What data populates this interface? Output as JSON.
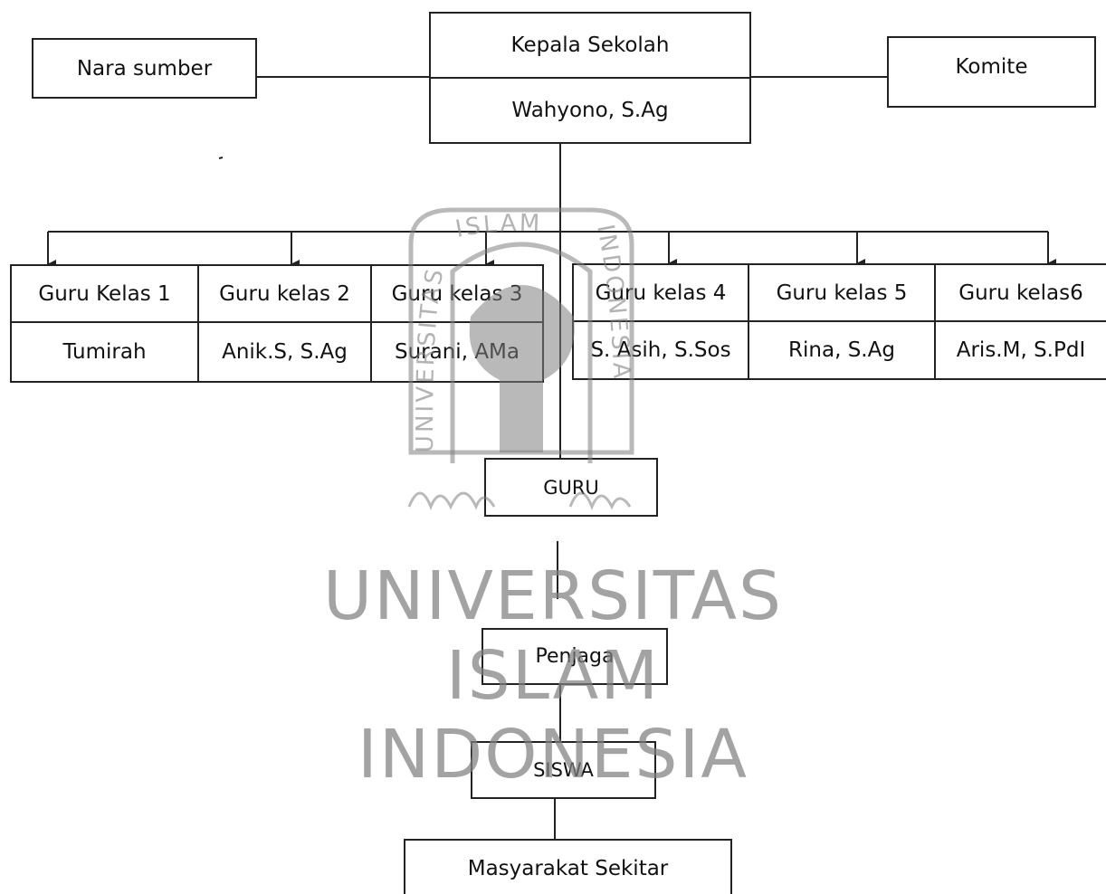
{
  "top": {
    "kepala_title": "Kepala Sekolah",
    "kepala_name": "Wahyono, S.Ag",
    "nara_sumber": "Nara sumber",
    "komite": "Komite"
  },
  "classes": [
    {
      "title": "Guru Kelas 1",
      "name": "Tumirah"
    },
    {
      "title": "Guru kelas 2",
      "name": "Anik.S, S.Ag"
    },
    {
      "title": "Guru kelas 3",
      "name": "Surani, AMa"
    },
    {
      "title": "Guru kelas 4",
      "name": "S. Asih, S.Sos"
    },
    {
      "title": "Guru kelas 5",
      "name": "Rina, S.Ag"
    },
    {
      "title": "Guru kelas6",
      "name": "Aris.M, S.PdI"
    }
  ],
  "lower": {
    "guru": "GURU",
    "penjaga": "Penjaga",
    "siswa": "SISWA",
    "masyarakat": "Masyarakat Sekitar"
  },
  "watermark": {
    "line1": "UNIVERSITAS",
    "line2": "ISLAM",
    "line3": "INDONESIA",
    "logo_arc_top": "ISLAM",
    "logo_arc_left": "UNIVERSITAS",
    "logo_arc_right": "INDONESIA",
    "color": "#808080"
  },
  "colors": {
    "line": "#222222",
    "background": "#ffffff"
  }
}
